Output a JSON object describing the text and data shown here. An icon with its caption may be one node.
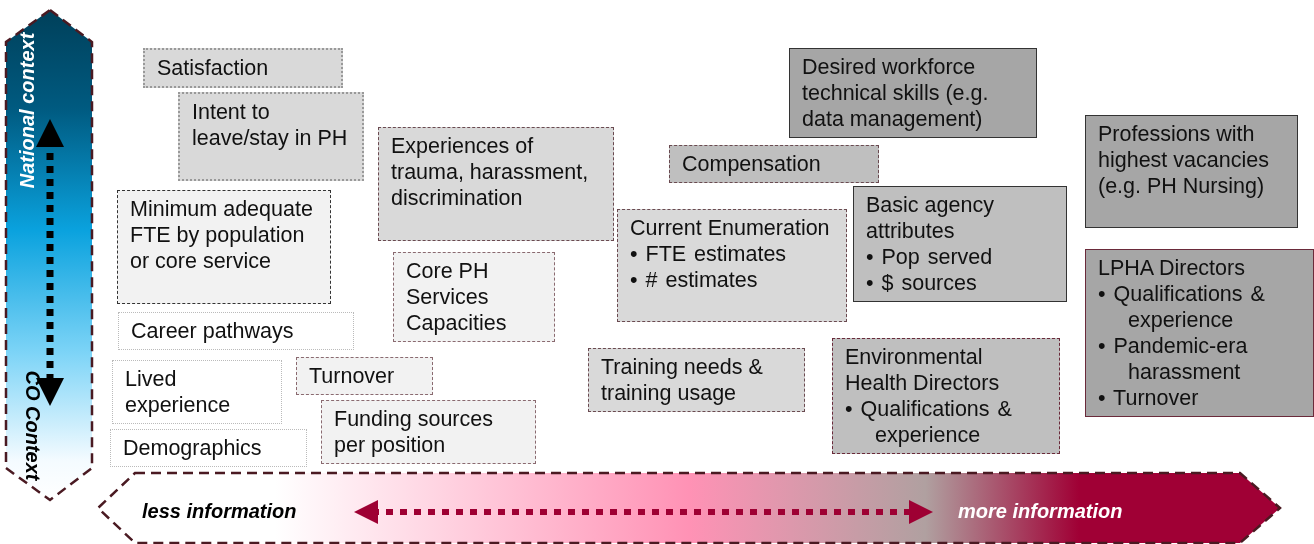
{
  "diagram": {
    "nodes": [
      {
        "text": [
          "Satisfaction"
        ]
      },
      {
        "text": [
          "Desired workforce technical skills (e.g. data management)"
        ]
      },
      {
        "text": [
          "Intent to leave/stay in PH"
        ]
      },
      {
        "text": [
          "Experiences of trauma, harassment, discrimination"
        ]
      },
      {
        "text": [
          "Professions with highest vacancies (e.g. PH Nursing)"
        ]
      },
      {
        "text": [
          "Compensation"
        ]
      },
      {
        "text": [
          "Minimum adequate FTE by population or core service"
        ]
      },
      {
        "text": [
          "Basic agency attributes",
          "• Pop served",
          "• $ sources"
        ]
      },
      {
        "text": [
          "Current Enumeration",
          "• FTE estimates",
          "• # estimates"
        ]
      },
      {
        "text": [
          "Core PH Services Capacities"
        ]
      },
      {
        "text": [
          "LPHA Directors",
          "• Qualifications & experience",
          "• Pandemic-era harassment",
          "• Turnover"
        ]
      },
      {
        "text": [
          "Career pathways"
        ]
      },
      {
        "text": [
          "Training needs & training usage"
        ]
      },
      {
        "text": [
          "Environmental Health Directors",
          "• Qualifications & experience"
        ]
      },
      {
        "text": [
          "Lived experience"
        ]
      },
      {
        "text": [
          "Turnover"
        ]
      },
      {
        "text": [
          "Funding sources per position"
        ]
      },
      {
        "text": [
          "Demographics"
        ]
      }
    ],
    "labels": [
      "National context",
      "CO Context",
      "less information",
      "more information"
    ]
  }
}
